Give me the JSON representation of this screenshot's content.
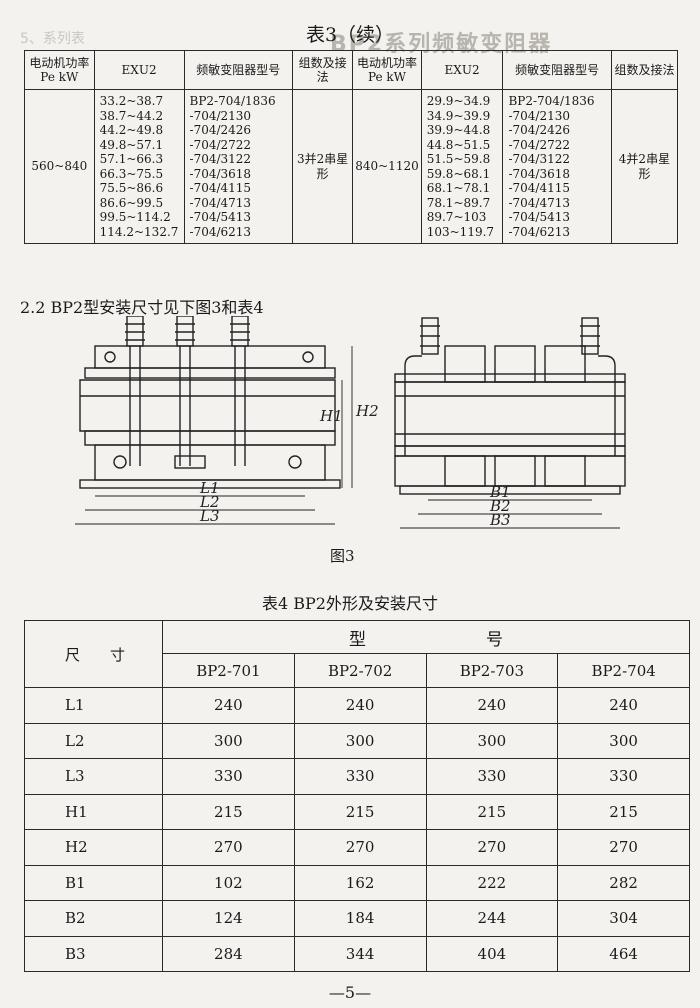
{
  "background_text": {
    "series_label": "5、系列表",
    "ghost_title": "BP2系列频敏变阻器"
  },
  "table3": {
    "title": "表3（续）",
    "headers": [
      "电动机功率Pe kW",
      "EXU2",
      "频敏变阻器型号",
      "组数及接法",
      "电动机功率Pe kW",
      "EXU2",
      "频敏变阻器型号",
      "组数及接法"
    ],
    "left": {
      "power": "560~840",
      "exu2": [
        "33.2~38.7",
        "38.7~44.2",
        "44.2~49.8",
        "49.8~57.1",
        "57.1~66.3",
        "66.3~75.5",
        "75.5~86.6",
        "86.6~99.5",
        "99.5~114.2",
        "114.2~132.7"
      ],
      "models": [
        "BP2-704/1836",
        "-704/2130",
        "-704/2426",
        "-704/2722",
        "-704/3122",
        "-704/3618",
        "-704/4115",
        "-704/4713",
        "-704/5413",
        "-704/6213"
      ],
      "connection": "3并2串星形"
    },
    "right": {
      "power": "840~1120",
      "exu2": [
        "29.9~34.9",
        "34.9~39.9",
        "39.9~44.8",
        "44.8~51.5",
        "51.5~59.8",
        "59.8~68.1",
        "68.1~78.1",
        "78.1~89.7",
        "89.7~103",
        "103~119.7"
      ],
      "models": [
        "BP2-704/1836",
        "-704/2130",
        "-704/2426",
        "-704/2722",
        "-704/3122",
        "-704/3618",
        "-704/4115",
        "-704/4713",
        "-704/5413",
        "-704/6213"
      ],
      "connection": "4并2串星形"
    }
  },
  "section_heading": "2.2 BP2型安装尺寸见下图3和表4",
  "figure3": {
    "caption": "图3",
    "left_labels": [
      "L1",
      "L2",
      "L3",
      "H1",
      "H2"
    ],
    "right_labels": [
      "B1",
      "B2",
      "B3"
    ]
  },
  "table4": {
    "title": "表4 BP2外形及安装尺寸",
    "row_header": "尺　　寸",
    "model_header_1": "型",
    "model_header_2": "号",
    "models": [
      "BP2-701",
      "BP2-702",
      "BP2-703",
      "BP2-704"
    ],
    "rows": [
      {
        "label": "L1",
        "values": [
          "240",
          "240",
          "240",
          "240"
        ]
      },
      {
        "label": "L2",
        "values": [
          "300",
          "300",
          "300",
          "300"
        ]
      },
      {
        "label": "L3",
        "values": [
          "330",
          "330",
          "330",
          "330"
        ]
      },
      {
        "label": "H1",
        "values": [
          "215",
          "215",
          "215",
          "215"
        ]
      },
      {
        "label": "H2",
        "values": [
          "270",
          "270",
          "270",
          "270"
        ]
      },
      {
        "label": "B1",
        "values": [
          "102",
          "162",
          "222",
          "282"
        ]
      },
      {
        "label": "B2",
        "values": [
          "124",
          "184",
          "244",
          "304"
        ]
      },
      {
        "label": "B3",
        "values": [
          "284",
          "344",
          "404",
          "464"
        ]
      }
    ]
  },
  "page_number": "—5—"
}
